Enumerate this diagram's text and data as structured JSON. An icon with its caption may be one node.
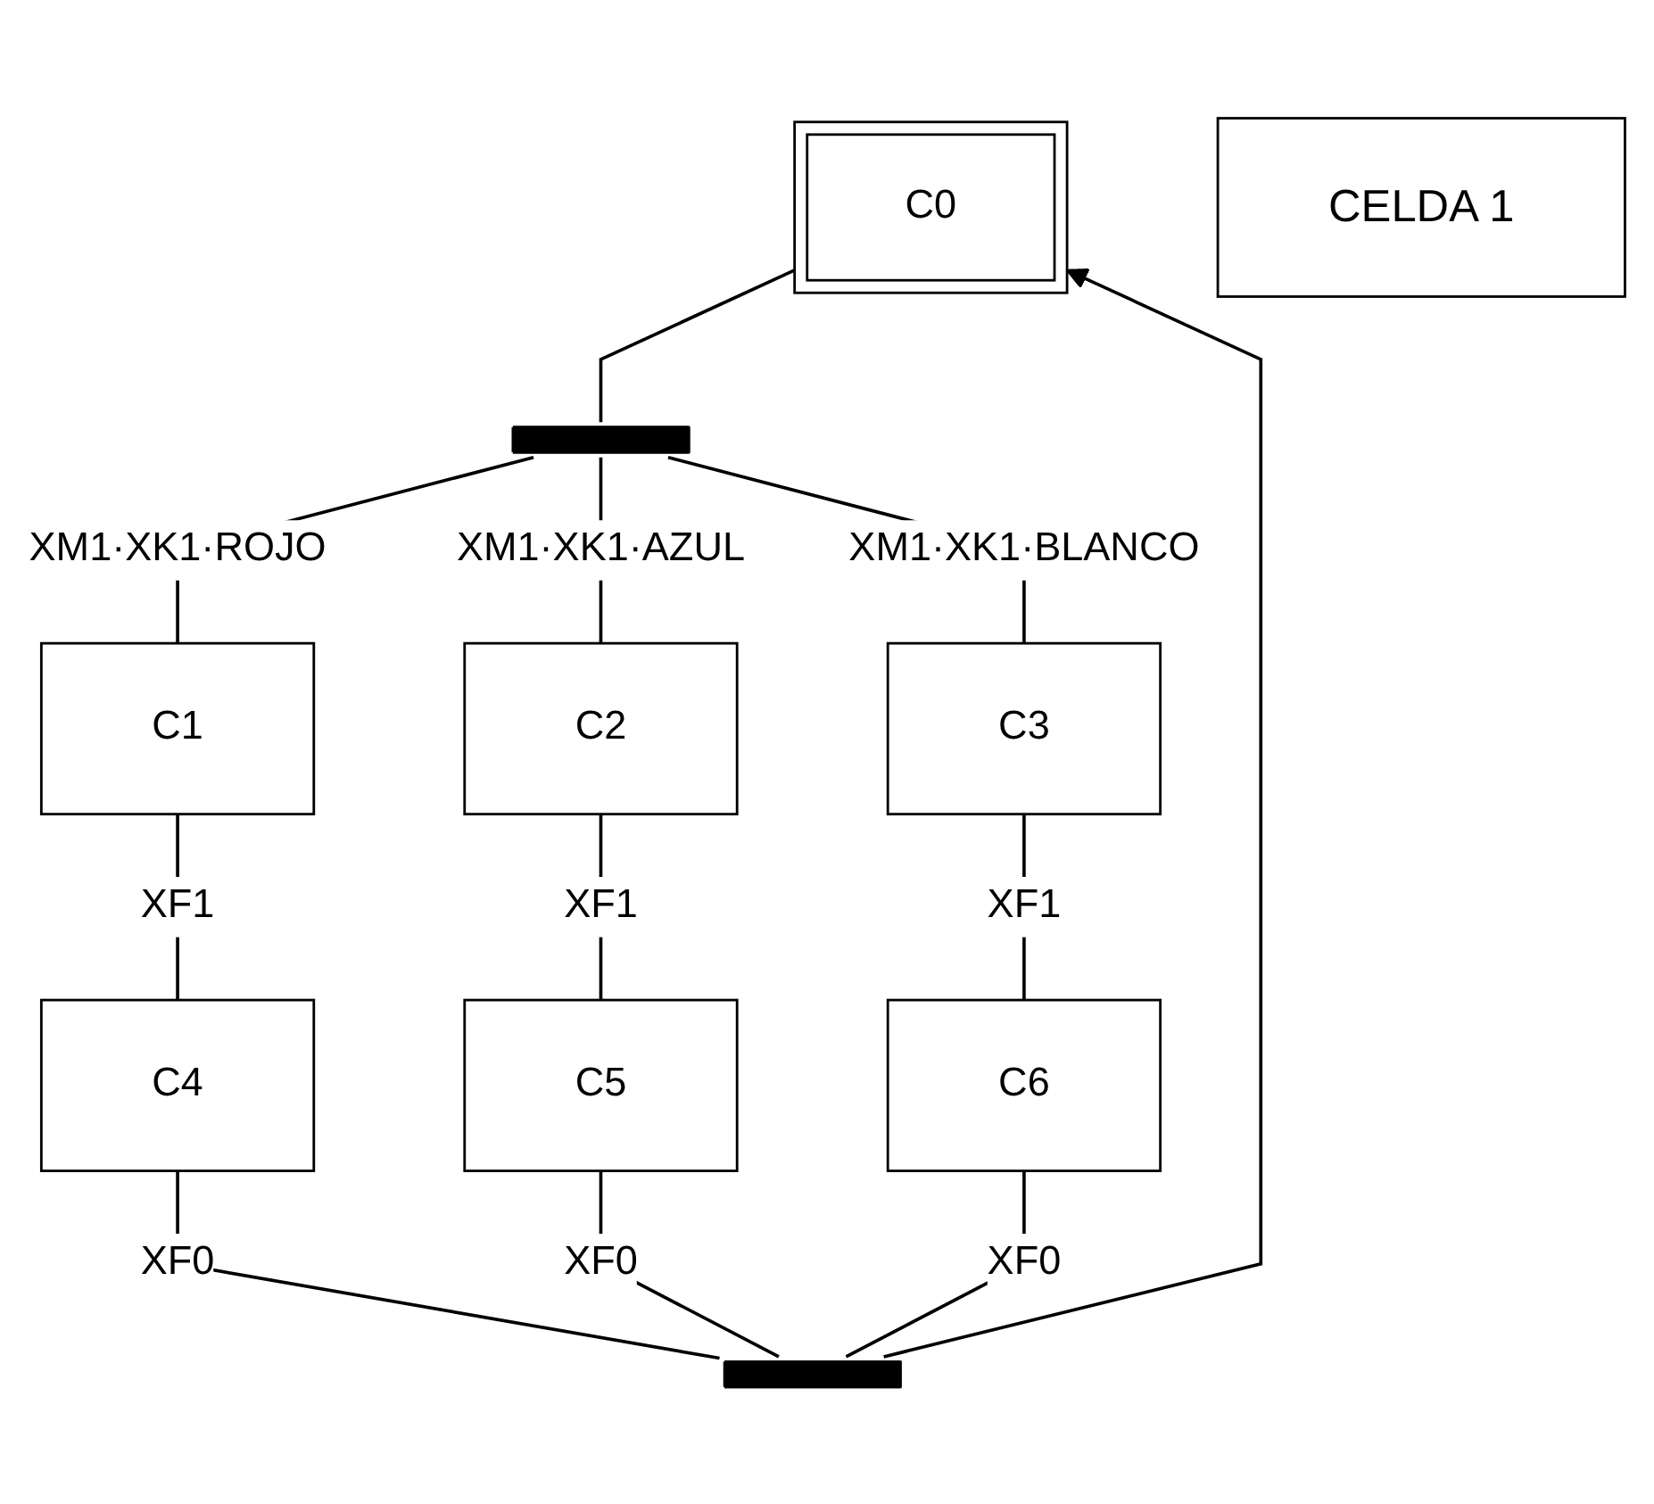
{
  "diagram": {
    "nodes": [
      {
        "text": [
          "C0"
        ]
      },
      {
        "text": [
          "CELDA 1"
        ]
      },
      {
        "text": [],
        "shape": "bar"
      },
      {
        "text": [
          "C1"
        ]
      },
      {
        "text": [
          "C2"
        ]
      },
      {
        "text": [
          "C3"
        ]
      },
      {
        "text": [
          "C4"
        ]
      },
      {
        "text": [
          "C5"
        ]
      },
      {
        "text": [
          "C6"
        ]
      },
      {
        "text": [],
        "shape": "bar"
      }
    ],
    "edges": [
      {
        "from": 0,
        "to": 2,
        "arrow": "none"
      },
      {
        "from": 2,
        "to": 3,
        "arrow": "none",
        "label": "XM1·XK1·ROJO"
      },
      {
        "from": 2,
        "to": 4,
        "arrow": "none",
        "label": "XM1·XK1·AZUL"
      },
      {
        "from": 2,
        "to": 5,
        "arrow": "none",
        "label": "XM1·XK1·BLANCO"
      },
      {
        "from": 3,
        "to": 6,
        "arrow": "none",
        "label": "XF1"
      },
      {
        "from": 4,
        "to": 7,
        "arrow": "none",
        "label": "XF1"
      },
      {
        "from": 5,
        "to": 8,
        "arrow": "none",
        "label": "XF1"
      },
      {
        "from": 6,
        "to": 9,
        "arrow": "none",
        "label": "XF0"
      },
      {
        "from": 7,
        "to": 9,
        "arrow": "none",
        "label": "XF0"
      },
      {
        "from": 8,
        "to": 9,
        "arrow": "none",
        "label": "XF0"
      },
      {
        "from": 9,
        "to": 0,
        "arrow": "to"
      }
    ]
  }
}
